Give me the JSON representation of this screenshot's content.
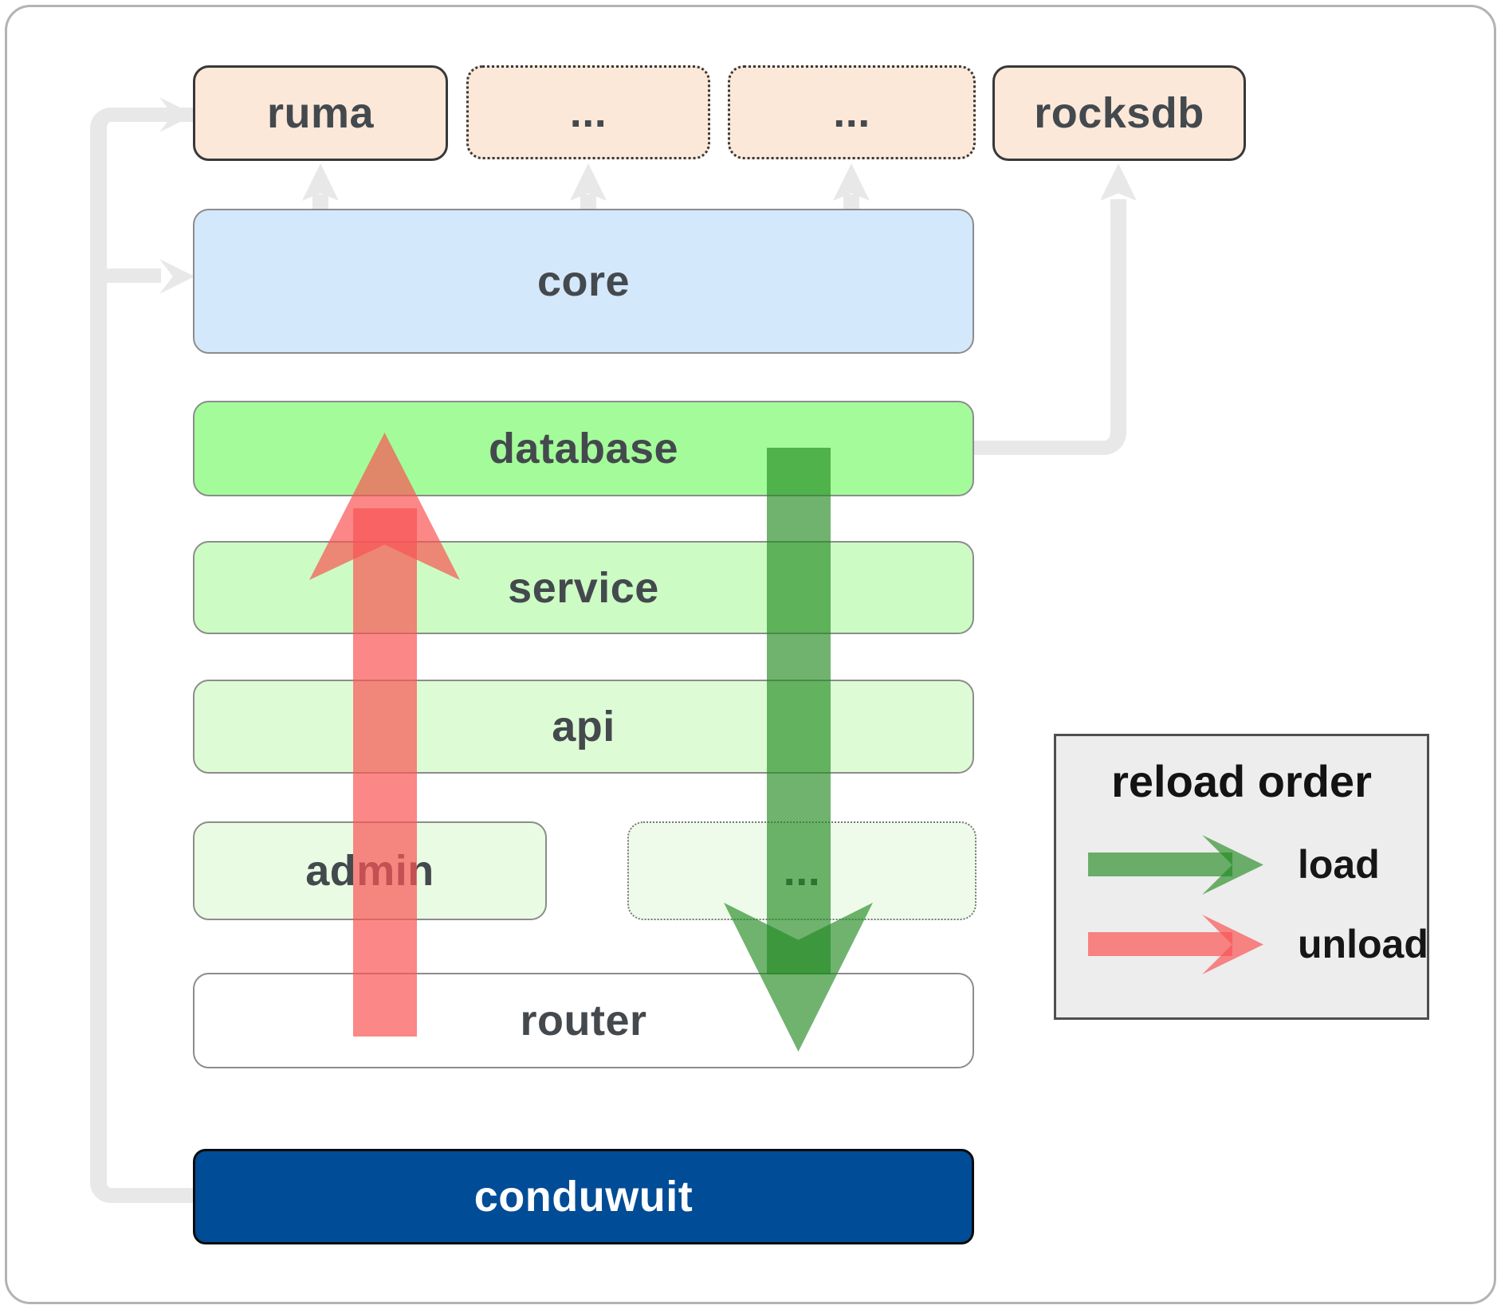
{
  "boxes": {
    "ruma": "ruma",
    "ellipsis_top_1": "...",
    "ellipsis_top_2": "...",
    "rocksdb": "rocksdb",
    "core": "core",
    "database": "database",
    "service": "service",
    "api": "api",
    "admin": "admin",
    "ellipsis_admin": "...",
    "router": "router",
    "conduwuit": "conduwuit"
  },
  "legend": {
    "title": "reload order",
    "items": [
      {
        "label": "load",
        "arrow": "green-right-arrow"
      },
      {
        "label": "unload",
        "arrow": "red-right-arrow"
      }
    ]
  },
  "arrows": {
    "load": "green-down-arrow",
    "unload": "red-up-arrow",
    "dependencies": "gray-connector-arrows"
  },
  "colors": {
    "peach": "#fce8d8",
    "core_blue": "#d4e8fb",
    "database_green": "#a3fc99",
    "service_green": "#ccfcc4",
    "api_green": "#ddfcd5",
    "admin_green": "#e9fce3",
    "admin_dots_green": "#effbea",
    "conduwuit_blue": "#014c97",
    "connector_gray": "#e8e8e8",
    "legend_bg": "#ededed",
    "arrow_green": "rgba(34,139,34,0.65)",
    "arrow_red": "rgba(249,84,84,0.7)"
  }
}
